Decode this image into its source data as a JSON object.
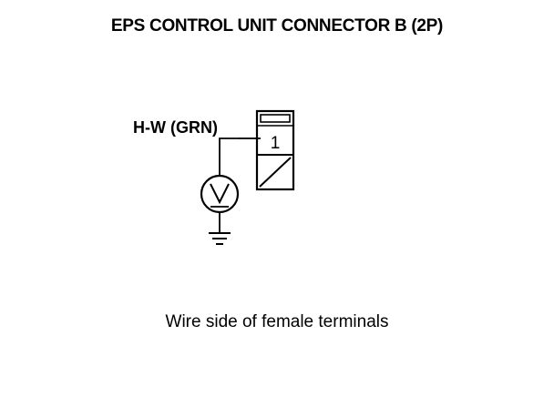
{
  "title": "EPS CONTROL UNIT CONNECTOR B (2P)",
  "wire_label": "H-W (GRN)",
  "terminal_number": "1",
  "meter_symbol": "V",
  "caption": "Wire side of female terminals"
}
